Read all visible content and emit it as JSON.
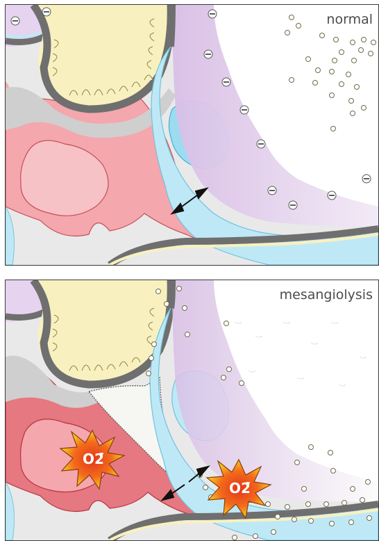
{
  "panels": [
    {
      "id": "top",
      "label": "normal"
    },
    {
      "id": "bottom",
      "label": "mesangiolysis",
      "superoxide_label": "O2",
      "superoxide_charge": "-"
    }
  ],
  "colors": {
    "mesangial_cell": "#f4a7ad",
    "mesangial_nucleus": "#f7c2c6",
    "endothelial_cell": "#bfe8f6",
    "endothelial_nucleus": "#9ddbf0",
    "podocyte_cytoplasm": "#e6d3ef",
    "podocyte_foot_process": "#f8f1bf",
    "basement_membrane": "#7b7b7b",
    "matrix": "#dcdcdc",
    "superoxide_burst": "#f36b1c"
  },
  "icons": [
    "negative-charge-icon",
    "double-arrow-icon",
    "superoxide-burst-icon",
    "small-vesicle-icon"
  ]
}
